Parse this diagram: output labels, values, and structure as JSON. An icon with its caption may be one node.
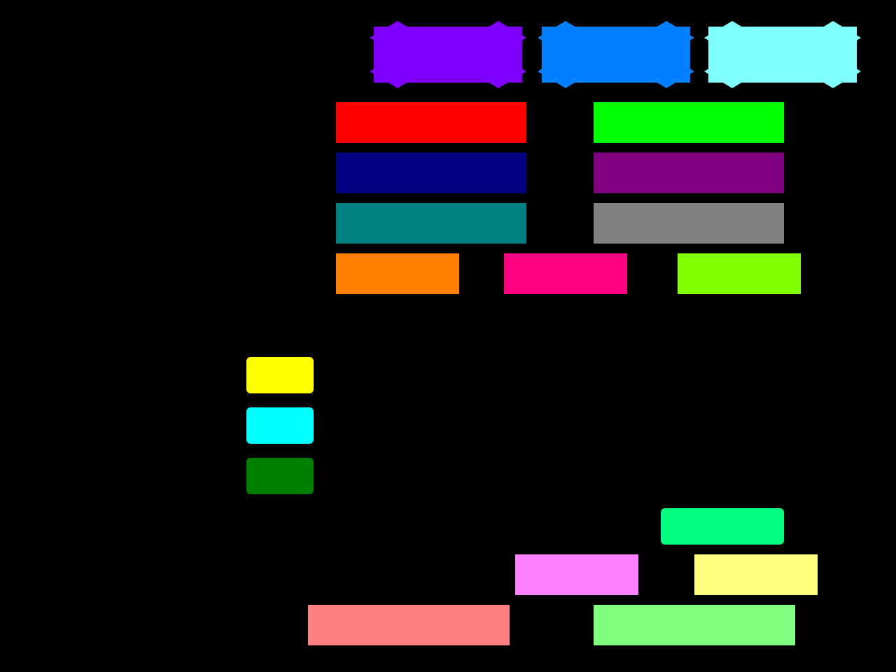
{
  "diagram": {
    "nodes": [
      {
        "text": [],
        "shape": "cloud"
      },
      {
        "text": [],
        "shape": "cloud"
      },
      {
        "text": [],
        "shape": "cloud"
      },
      {
        "text": [],
        "shape": "box"
      },
      {
        "text": [],
        "shape": "box"
      },
      {
        "text": [],
        "shape": "box"
      },
      {
        "text": [],
        "shape": "box"
      },
      {
        "text": [],
        "shape": "box"
      },
      {
        "text": [],
        "shape": "box"
      },
      {
        "text": [],
        "shape": "box"
      },
      {
        "text": [],
        "shape": "box"
      },
      {
        "text": [],
        "shape": "box"
      },
      {
        "text": [],
        "shape": "box"
      },
      {
        "text": [],
        "shape": "box"
      },
      {
        "text": [],
        "shape": "box"
      },
      {
        "text": [],
        "shape": "box"
      },
      {
        "text": [],
        "shape": "box"
      },
      {
        "text": [],
        "shape": "box"
      },
      {
        "text": [],
        "shape": "box"
      },
      {
        "text": [],
        "shape": "box"
      }
    ]
  }
}
